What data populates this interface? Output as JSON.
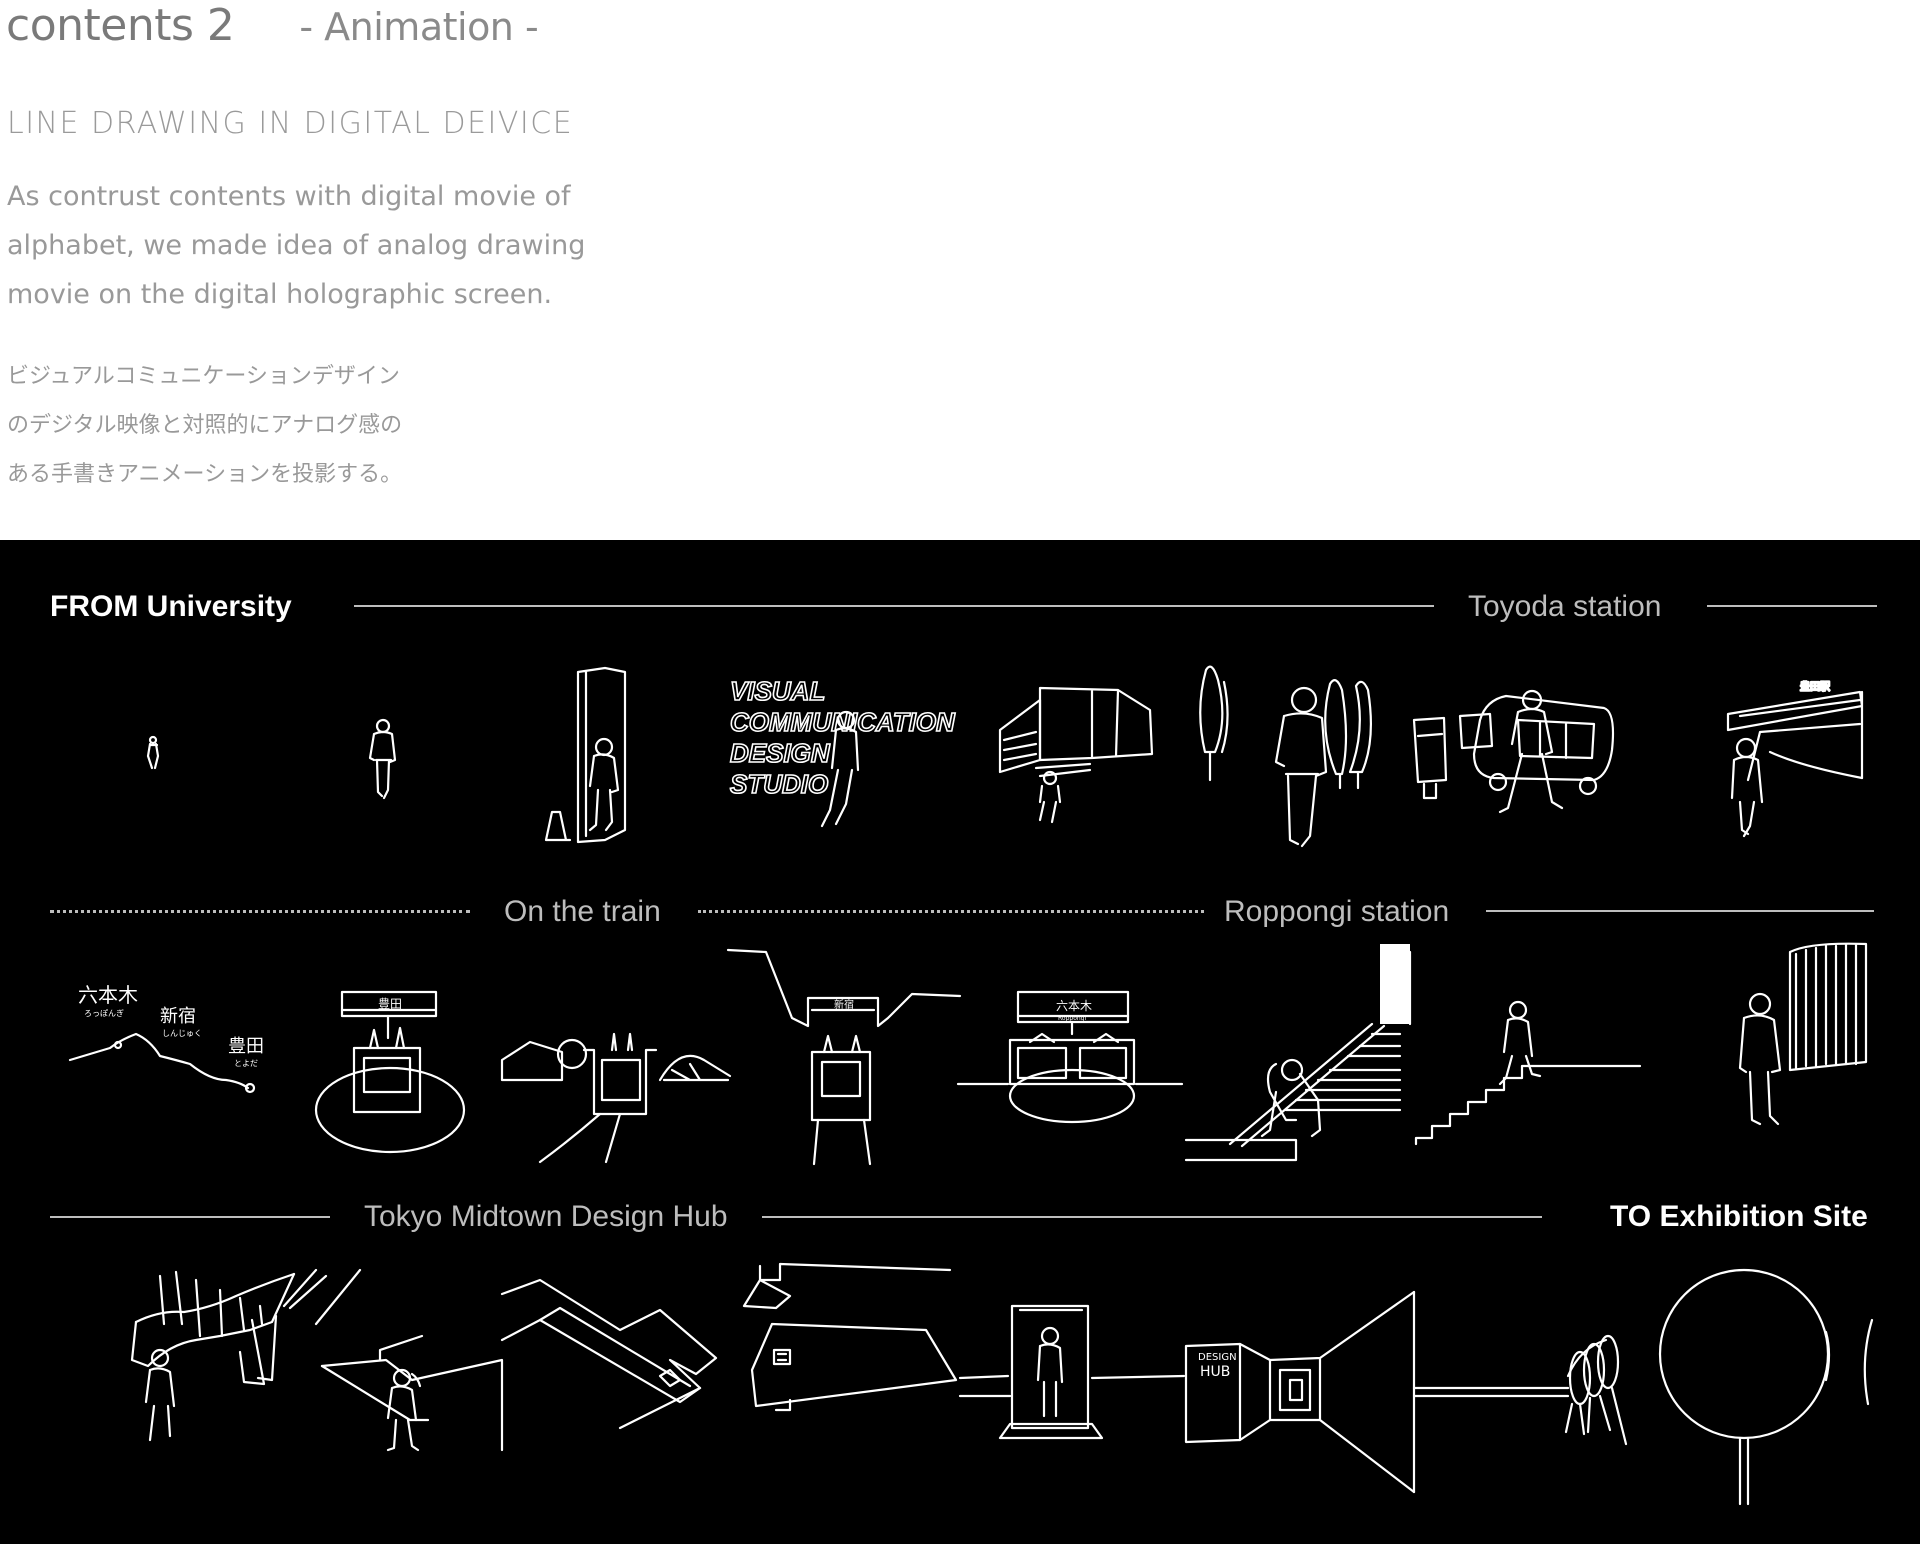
{
  "header": {
    "title": "contents 2",
    "title_suffix": "- Animation -",
    "subtitle": "LINE DRAWING  IN  DIGITAL DEIVICE",
    "description_en": [
      "As contrust contents with digital movie of",
      "alphabet, we made idea of analog drawing",
      "movie on the digital holographic screen."
    ],
    "description_jp": [
      "ビジュアルコミュニケーションデザイン",
      "のデジタル映像と対照的にアナログ感の",
      "ある手書きアニメーションを投影する。"
    ]
  },
  "storyboard": {
    "row1": {
      "start_label": "FROM University",
      "end_label": "Toyoda station"
    },
    "row2": {
      "label_a": "On the train",
      "label_b": "Roppongi station"
    },
    "row3": {
      "label_a": "Tokyo Midtown Design Hub",
      "end_label": "TO  Exhibition Site"
    },
    "frame_texts": {
      "studio_sign": [
        "VISUAL",
        "COMMUNICATION",
        "DESIGN",
        "STUDIO"
      ],
      "map_stations": [
        "六本木",
        "新宿",
        "豊田"
      ],
      "map_readings": [
        "ろっぽんぎ",
        "しんじゅく",
        "とよだ"
      ],
      "sign_toyoda": "豊田",
      "sign_shinjuku": "新宿",
      "sign_roppongi": "六本木",
      "sign_roppongi_en": "Roppongi",
      "station_roof_sign": "豊田駅",
      "hub_sign": [
        "DESIGN",
        "HUB"
      ]
    }
  },
  "colors": {
    "panel_bg": "#000000",
    "line": "#ffffff",
    "rule": "#bdbdbd",
    "text_gray": "#999999"
  }
}
